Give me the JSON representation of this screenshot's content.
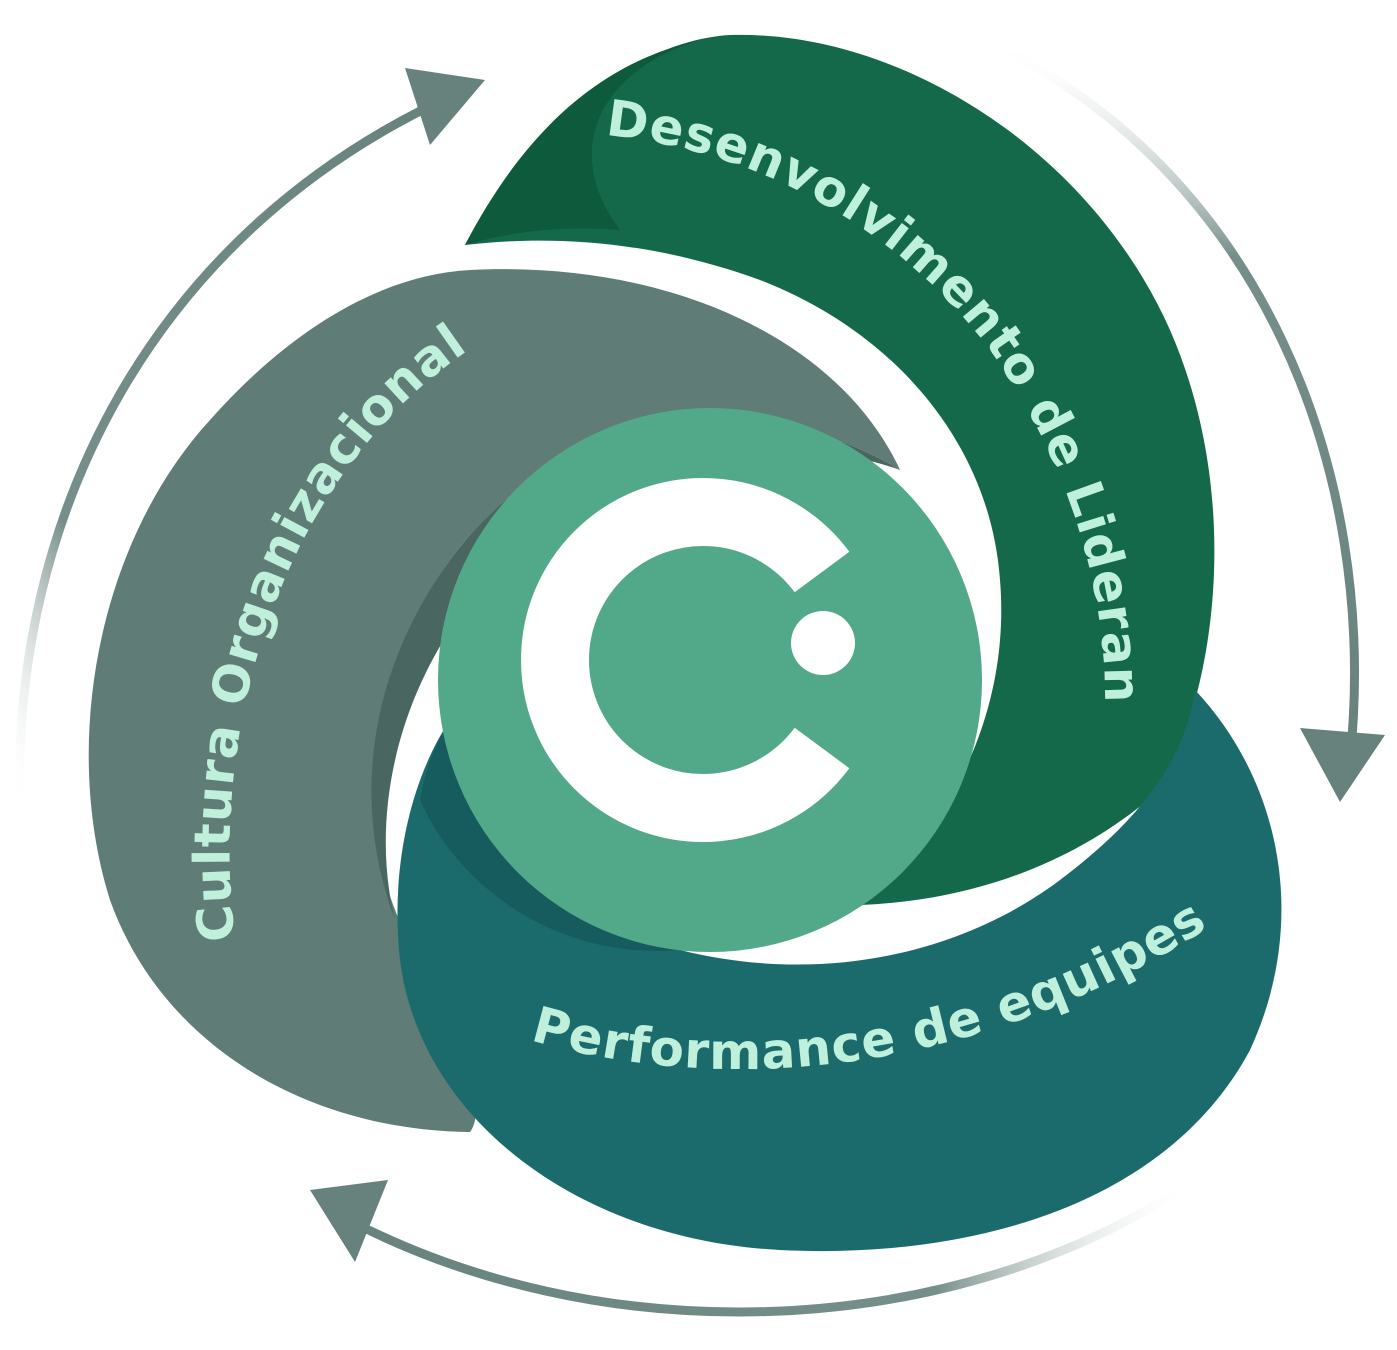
{
  "diagram": {
    "segments": [
      {
        "id": "lideranca",
        "label": "Desenvolvimento de Liderança"
      },
      {
        "id": "equipes",
        "label": "Performance de equipes"
      },
      {
        "id": "cultura",
        "label": "Cultura Organizacional"
      }
    ],
    "center_logo": {
      "letter": "C",
      "icon": "c-dot-logo-icon"
    },
    "cycle_arrows": {
      "direction": "clockwise",
      "count": 3,
      "icon": "cycle-arrow-icon"
    },
    "colors": {
      "lideranca": "#13694a",
      "lideranca_shade": "#0d5a3d",
      "equipes": "#1c6b6c",
      "equipes_shade": "#165b5d",
      "cultura": "#5f7c76",
      "cultura_shade": "#4a6660",
      "center": "#52a98a",
      "label_text": "#bff0dc",
      "arrow": "#67827d",
      "logo": "#ffffff"
    }
  }
}
